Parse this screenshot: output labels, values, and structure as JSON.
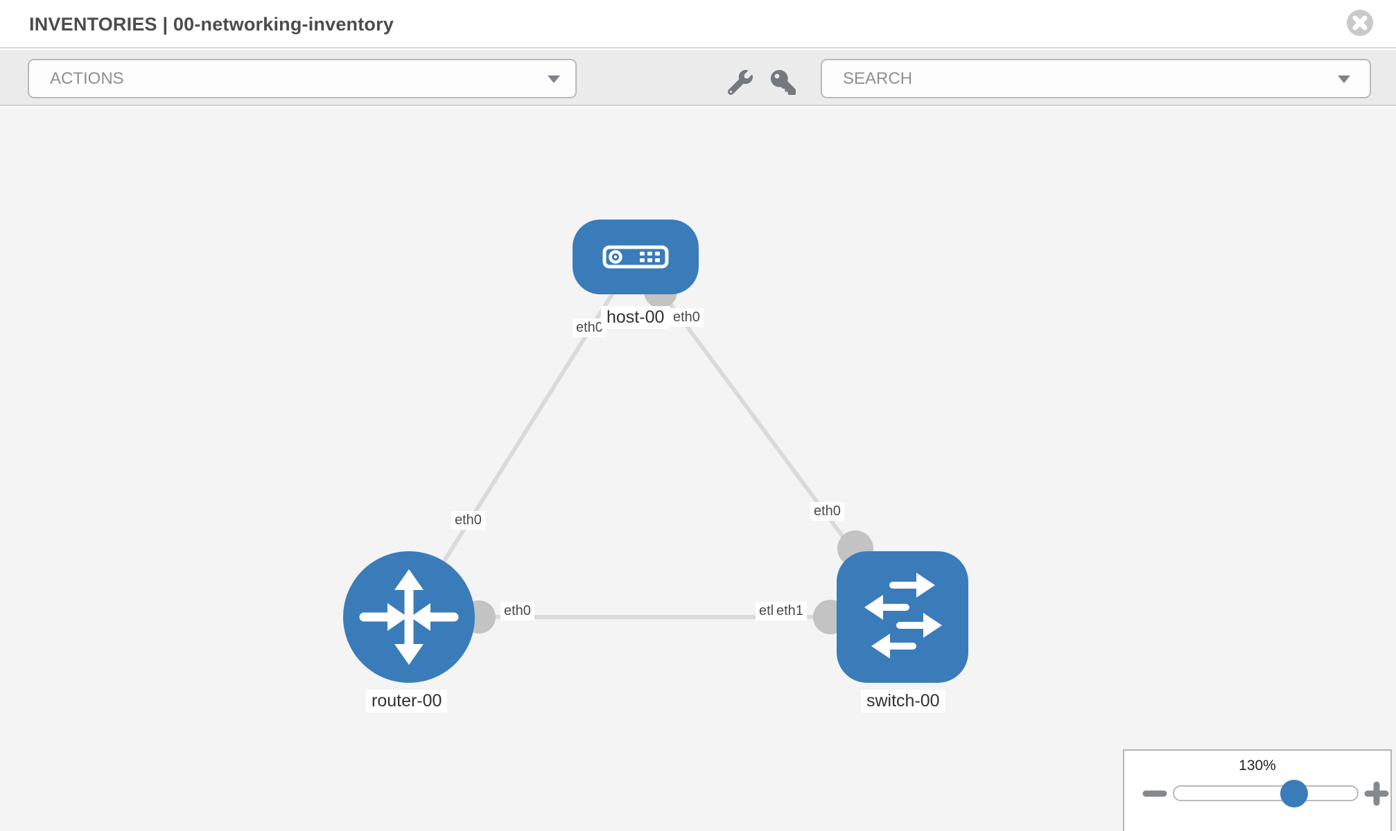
{
  "header": {
    "title": "INVENTORIES | 00-networking-inventory"
  },
  "toolbar": {
    "actions_label": "ACTIONS",
    "search_label": "SEARCH",
    "icons": [
      "wrench-icon",
      "key-icon"
    ]
  },
  "colors": {
    "node_blue": "#3a7cba",
    "connector_gray": "#c3c3c3",
    "edge_gray": "#dadada",
    "canvas_bg": "#f4f4f4",
    "toolbar_bg": "#ebebeb"
  },
  "topology": {
    "nodes": [
      {
        "id": "host-00",
        "type": "host",
        "label": "host-00"
      },
      {
        "id": "router-00",
        "type": "router",
        "label": "router-00"
      },
      {
        "id": "switch-00",
        "type": "switch",
        "label": "switch-00"
      }
    ],
    "links": [
      {
        "from": "host-00",
        "to": "router-00",
        "from_label": "eth0",
        "to_label": "eth0"
      },
      {
        "from": "host-00",
        "to": "switch-00",
        "from_label": "eth0",
        "to_label": "eth0"
      },
      {
        "from": "router-00",
        "to": "switch-00",
        "from_label": "eth0",
        "to_label": "eth1",
        "to_label_overlapped": "eth0"
      }
    ]
  },
  "zoom_control": {
    "value": "130%"
  }
}
